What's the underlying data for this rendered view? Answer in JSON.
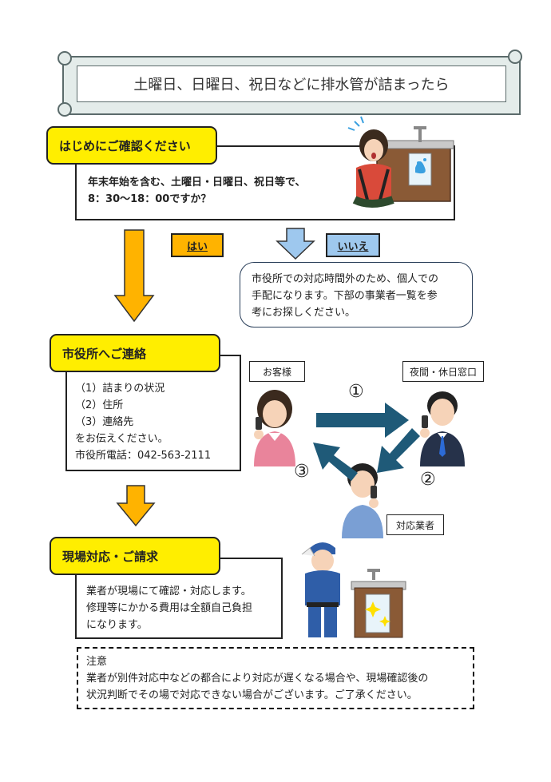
{
  "title": "土曜日、日曜日、祝日などに排水管が詰まったら",
  "step1": {
    "header": "はじめにご確認ください",
    "question_line1": "年末年始を含む、土曜日・日曜日、祝日等で、",
    "question_line2": "8：30～18：00ですか？",
    "yes_label": "はい",
    "no_label": "いいえ"
  },
  "no_message": {
    "line1": "市役所での対応時間外のため、個人での",
    "line2": "手配になります。下部の事業者一覧を参",
    "line3": "考にお探しください。"
  },
  "step2": {
    "header": "市役所へご連絡",
    "items": [
      "（1）詰まりの状況",
      "（2）住所",
      "（3）連絡先"
    ],
    "closing": "をお伝えください。",
    "phone": "市役所電話：042-563-2111"
  },
  "diagram": {
    "customer_label": "お客様",
    "window_label": "夜間・休日窓口",
    "contractor_label": "対応業者",
    "step_1": "①",
    "step_2": "②",
    "step_3": "③"
  },
  "step3": {
    "header": "現場対応・ご請求",
    "line1": "業者が現場にて確認・対応します。",
    "line2": "修理等にかかる費用は全額自己負担",
    "line3": "になります。"
  },
  "notice": {
    "title": "注意",
    "line1": "業者が別件対応中などの都合により対応が遅くなる場合や、現場確認後の",
    "line2": "状況判断でその場で対応できない場合がございます。ご了承ください。"
  },
  "colors": {
    "yellow": "#ffee00",
    "orange": "#ffb300",
    "blue_light": "#9ec8ee",
    "arrow_navy": "#1f5a78"
  }
}
